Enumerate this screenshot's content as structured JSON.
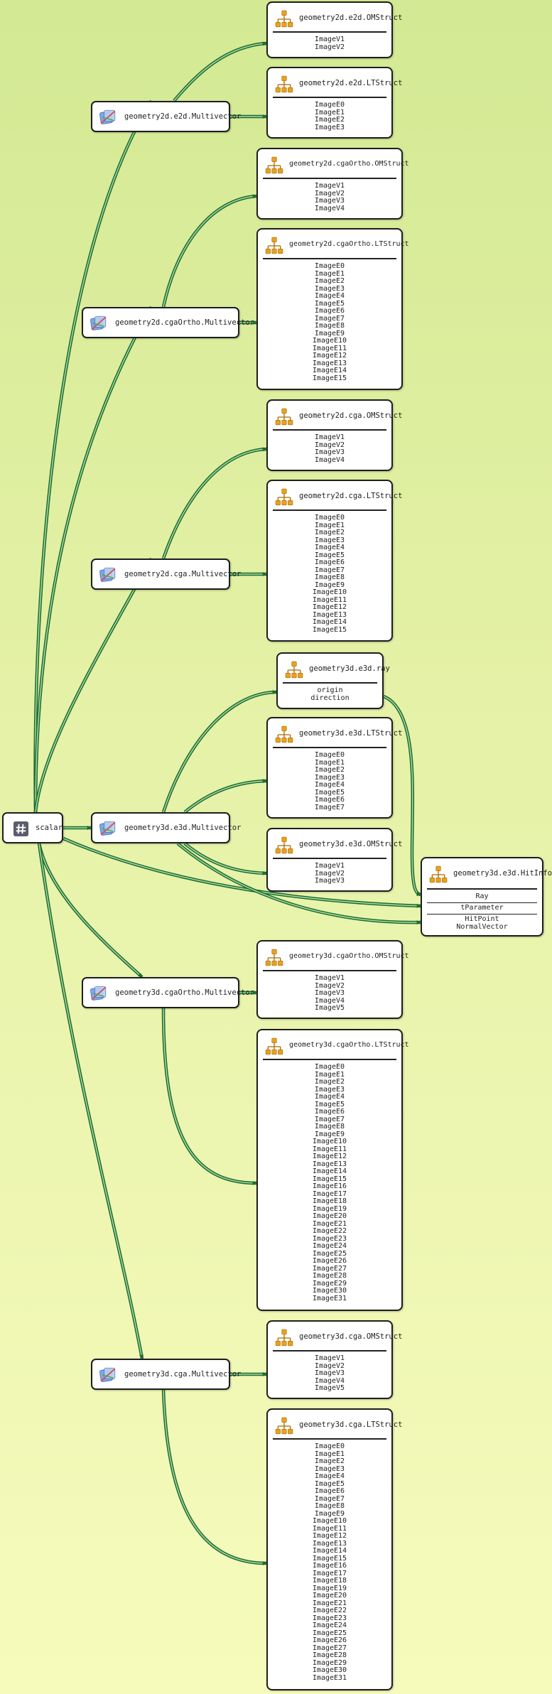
{
  "diagram": {
    "root": {
      "label": "scalar",
      "icon": "hash-icon"
    },
    "multivectors": [
      {
        "id": "mv_e2d",
        "label": "geometry2d.e2d.Multivector",
        "icon": "multivector-icon"
      },
      {
        "id": "mv_cgaortho2d",
        "label": "geometry2d.cgaOrtho.Multivector",
        "icon": "multivector-icon"
      },
      {
        "id": "mv_cga2d",
        "label": "geometry2d.cga.Multivector",
        "icon": "multivector-icon"
      },
      {
        "id": "mv_e3d",
        "label": "geometry3d.e3d.Multivector",
        "icon": "multivector-icon"
      },
      {
        "id": "mv_cgaortho3d",
        "label": "geometry3d.cgaOrtho.Multivector",
        "icon": "multivector-icon"
      },
      {
        "id": "mv_cga3d",
        "label": "geometry3d.cga.Multivector",
        "icon": "multivector-icon"
      }
    ],
    "structs": [
      {
        "id": "s_e2d_om",
        "title": "geometry2d.e2d.OMStruct",
        "icon": "struct-icon",
        "fields": [
          "ImageV1",
          "ImageV2"
        ]
      },
      {
        "id": "s_e2d_lt",
        "title": "geometry2d.e2d.LTStruct",
        "icon": "struct-icon",
        "fields": [
          "ImageE0",
          "ImageE1",
          "ImageE2",
          "ImageE3"
        ]
      },
      {
        "id": "s_cgaortho2d_om",
        "title": "geometry2d.cgaOrtho.OMStruct",
        "icon": "struct-icon",
        "fields": [
          "ImageV1",
          "ImageV2",
          "ImageV3",
          "ImageV4"
        ]
      },
      {
        "id": "s_cgaortho2d_lt",
        "title": "geometry2d.cgaOrtho.LTStruct",
        "icon": "struct-icon",
        "fields": [
          "ImageE0",
          "ImageE1",
          "ImageE2",
          "ImageE3",
          "ImageE4",
          "ImageE5",
          "ImageE6",
          "ImageE7",
          "ImageE8",
          "ImageE9",
          "ImageE10",
          "ImageE11",
          "ImageE12",
          "ImageE13",
          "ImageE14",
          "ImageE15"
        ]
      },
      {
        "id": "s_cga2d_om",
        "title": "geometry2d.cga.OMStruct",
        "icon": "struct-icon",
        "fields": [
          "ImageV1",
          "ImageV2",
          "ImageV3",
          "ImageV4"
        ]
      },
      {
        "id": "s_cga2d_lt",
        "title": "geometry2d.cga.LTStruct",
        "icon": "struct-icon",
        "fields": [
          "ImageE0",
          "ImageE1",
          "ImageE2",
          "ImageE3",
          "ImageE4",
          "ImageE5",
          "ImageE6",
          "ImageE7",
          "ImageE8",
          "ImageE9",
          "ImageE10",
          "ImageE11",
          "ImageE12",
          "ImageE13",
          "ImageE14",
          "ImageE15"
        ]
      },
      {
        "id": "s_ray",
        "title": "geometry3d.e3d.ray",
        "icon": "struct-icon",
        "fields": [
          "origin",
          "direction"
        ]
      },
      {
        "id": "s_e3d_lt",
        "title": "geometry3d.e3d.LTStruct",
        "icon": "struct-icon",
        "fields": [
          "ImageE0",
          "ImageE1",
          "ImageE2",
          "ImageE3",
          "ImageE4",
          "ImageE5",
          "ImageE6",
          "ImageE7"
        ]
      },
      {
        "id": "s_e3d_om",
        "title": "geometry3d.e3d.OMStruct",
        "icon": "struct-icon",
        "fields": [
          "ImageV1",
          "ImageV2",
          "ImageV3"
        ]
      },
      {
        "id": "s_cgaortho3d_om",
        "title": "geometry3d.cgaOrtho.OMStruct",
        "icon": "struct-icon",
        "fields": [
          "ImageV1",
          "ImageV2",
          "ImageV3",
          "ImageV4",
          "ImageV5"
        ]
      },
      {
        "id": "s_cgaortho3d_lt",
        "title": "geometry3d.cgaOrtho.LTStruct",
        "icon": "struct-icon",
        "fields": [
          "ImageE0",
          "ImageE1",
          "ImageE2",
          "ImageE3",
          "ImageE4",
          "ImageE5",
          "ImageE6",
          "ImageE7",
          "ImageE8",
          "ImageE9",
          "ImageE10",
          "ImageE11",
          "ImageE12",
          "ImageE13",
          "ImageE14",
          "ImageE15",
          "ImageE16",
          "ImageE17",
          "ImageE18",
          "ImageE19",
          "ImageE20",
          "ImageE21",
          "ImageE22",
          "ImageE23",
          "ImageE24",
          "ImageE25",
          "ImageE26",
          "ImageE27",
          "ImageE28",
          "ImageE29",
          "ImageE30",
          "ImageE31"
        ]
      },
      {
        "id": "s_cga3d_om",
        "title": "geometry3d.cga.OMStruct",
        "icon": "struct-icon",
        "fields": [
          "ImageV1",
          "ImageV2",
          "ImageV3",
          "ImageV4",
          "ImageV5"
        ]
      },
      {
        "id": "s_cga3d_lt",
        "title": "geometry3d.cga.LTStruct",
        "icon": "struct-icon",
        "fields": [
          "ImageE0",
          "ImageE1",
          "ImageE2",
          "ImageE3",
          "ImageE4",
          "ImageE5",
          "ImageE6",
          "ImageE7",
          "ImageE8",
          "ImageE9",
          "ImageE10",
          "ImageE11",
          "ImageE12",
          "ImageE13",
          "ImageE14",
          "ImageE15",
          "ImageE16",
          "ImageE17",
          "ImageE18",
          "ImageE19",
          "ImageE20",
          "ImageE21",
          "ImageE22",
          "ImageE23",
          "ImageE24",
          "ImageE25",
          "ImageE26",
          "ImageE27",
          "ImageE28",
          "ImageE29",
          "ImageE30",
          "ImageE31"
        ]
      }
    ],
    "hitinfo": {
      "title": "geometry3d.e3d.HitInfo",
      "icon": "struct-icon",
      "sections": [
        [
          "Ray"
        ],
        [
          "tParameter"
        ],
        [
          "HitPoint",
          "NormalVector"
        ]
      ]
    },
    "colors": {
      "edge": "#1e6b32",
      "edge_highlight": "#a8dca0",
      "background_top": "#d3e993",
      "background_bottom": "#f6fbbc"
    }
  }
}
